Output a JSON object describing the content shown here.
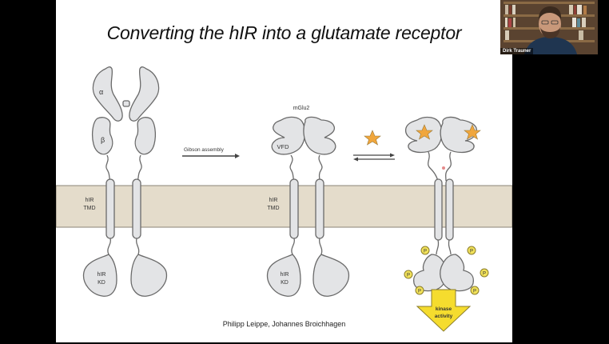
{
  "slide": {
    "title": "Converting the hIR into a glutamate receptor",
    "credit": "Philipp Leippe, Johannes Broichhagen",
    "colors": {
      "membrane": "#e4dccb",
      "protein_fill": "#e3e4e6",
      "protein_stroke": "#6a6a6a",
      "ligand": "#f0a63c",
      "phosphate": "#f2e25a",
      "kinase_arrow": "#f5dc2e"
    },
    "labels": {
      "alpha": "α",
      "beta": "β",
      "hir_tmd_line1": "hIR",
      "hir_tmd_line2": "TMD",
      "hir_kd_line1": "hIR",
      "hir_kd_line2": "KD",
      "gibson": "Gibson assembly",
      "mglu2": "mGlu2",
      "vfd": "VFD",
      "phospho": "P",
      "kinase_line1": "kinase",
      "kinase_line2": "activity"
    }
  },
  "video": {
    "participant_name": "Dirk Trauner"
  }
}
